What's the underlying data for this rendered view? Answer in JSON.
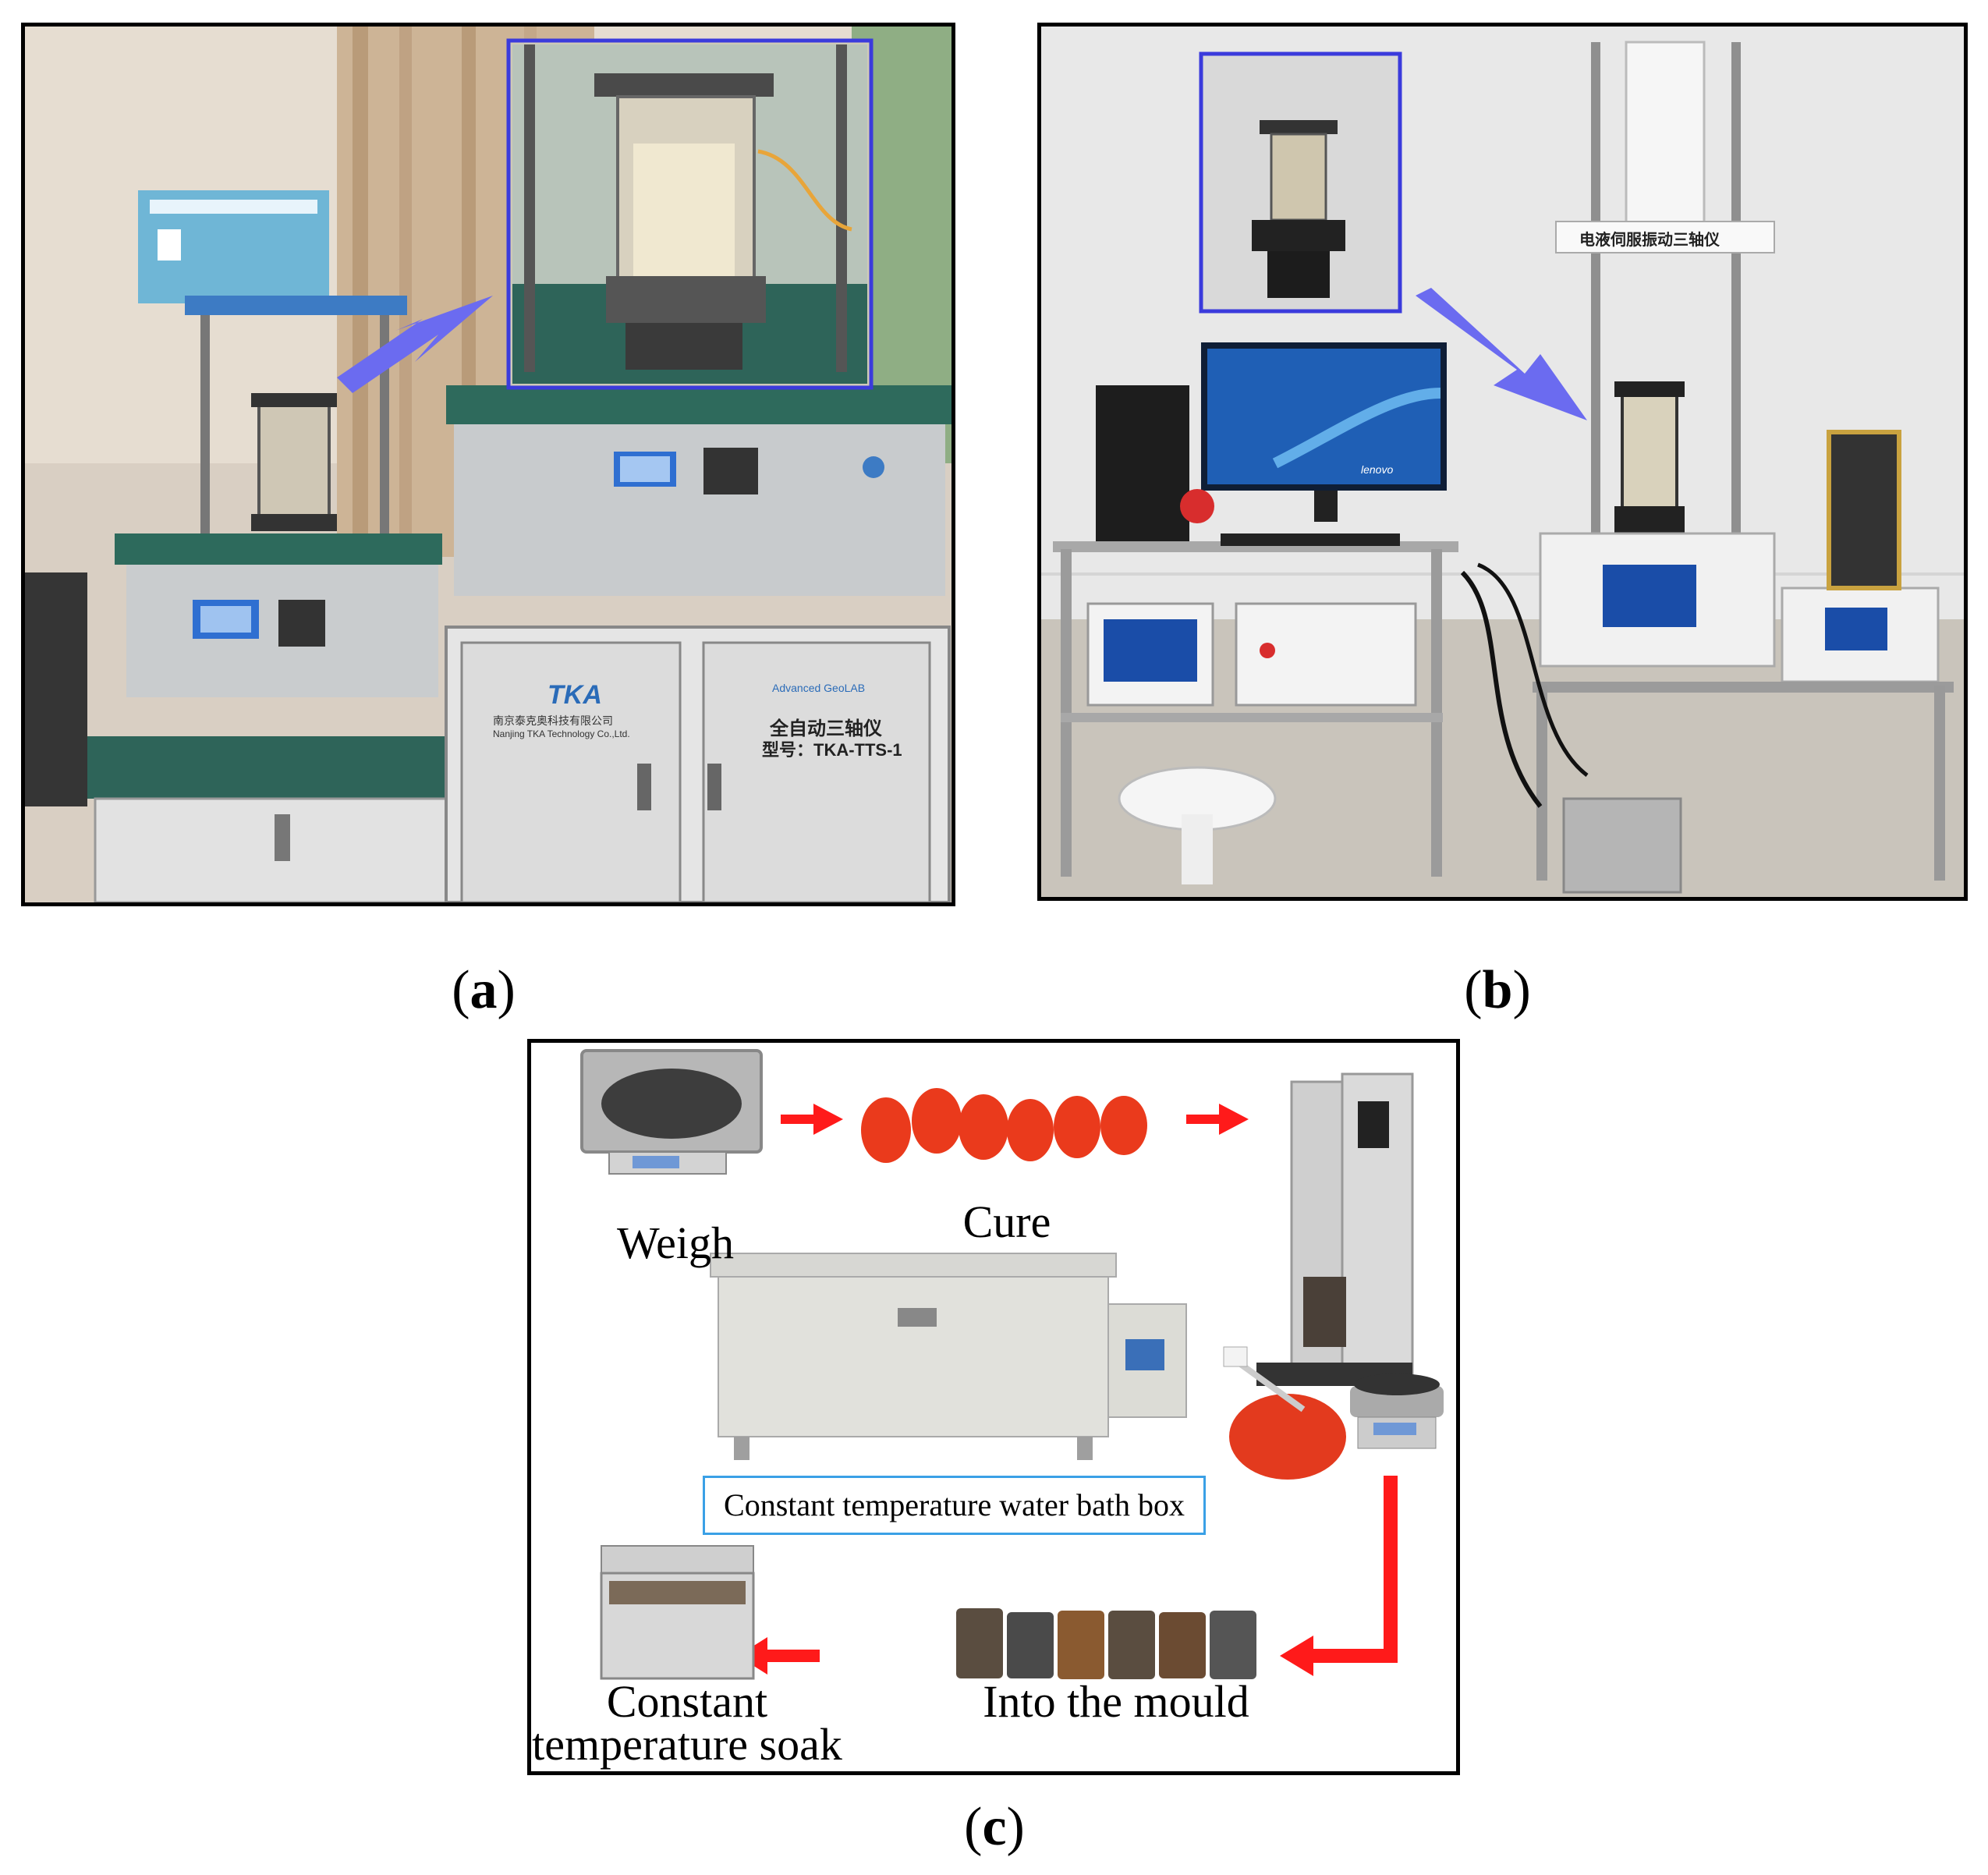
{
  "panels": {
    "a": {
      "caption_letter": "a",
      "brand": "TKA",
      "company_cn": "南京泰克奥科技有限公司",
      "company_en": "Nanjing TKA Technology Co.,Ltd.",
      "device_cn": "全自动三轴仪",
      "model": "型号：TKA-TTS-1",
      "lab": "Advanced GeoLAB"
    },
    "b": {
      "caption_letter": "b",
      "device_cn": "电液伺服振动三轴仪",
      "monitor_brand": "lenovo"
    },
    "c": {
      "caption_letter": "c",
      "steps": {
        "weigh": "Weigh",
        "cure": "Cure",
        "water_bath": "Constant temperature water bath box",
        "mould": "Into the mould",
        "soak_line1": "Constant",
        "soak_line2": "temperature soak"
      }
    }
  },
  "colors": {
    "frame": "#000000",
    "inset_border": "#3b3bdc",
    "pointer_arrow": "#6b6bf0",
    "process_arrow": "#ff1a1a",
    "label_border": "#3aa0e6"
  }
}
